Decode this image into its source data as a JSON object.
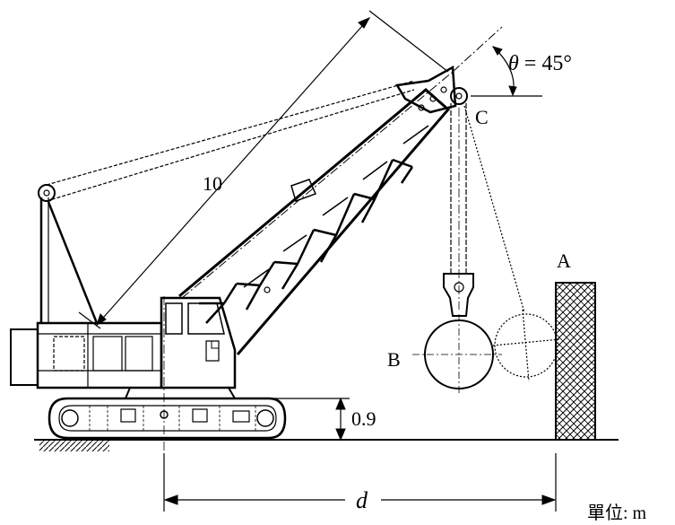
{
  "labels": {
    "boom_length": "10",
    "angle_symbol": "θ",
    "angle_value": " = 45°",
    "point_c": "C",
    "point_a": "A",
    "point_b": "B",
    "base_height": "0.9",
    "distance": "d",
    "unit": "單位: m"
  }
}
